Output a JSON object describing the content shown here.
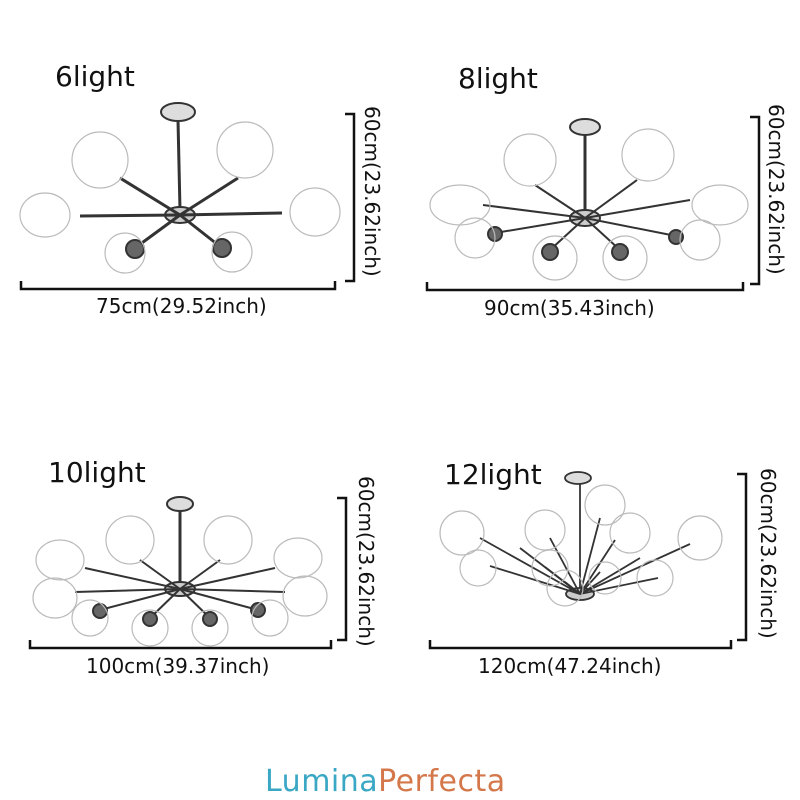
{
  "panels": [
    {
      "title": "6light",
      "width_label": "75cm(29.52inch)",
      "height_label": "60cm(23.62inch)",
      "arms": 6
    },
    {
      "title": "8light",
      "width_label": "90cm(35.43inch)",
      "height_label": "60cm(23.62inch)",
      "arms": 8
    },
    {
      "title": "10light",
      "width_label": "100cm(39.37inch)",
      "height_label": "60cm(23.62inch)",
      "arms": 10
    },
    {
      "title": "12light",
      "width_label": "120cm(47.24inch)",
      "height_label": "60cm(23.62inch)",
      "arms": 12
    }
  ],
  "brand": {
    "part1": "Lumina",
    "part2": "Perfecta",
    "color1": "#3aa7c4",
    "color2": "#d4774a"
  }
}
